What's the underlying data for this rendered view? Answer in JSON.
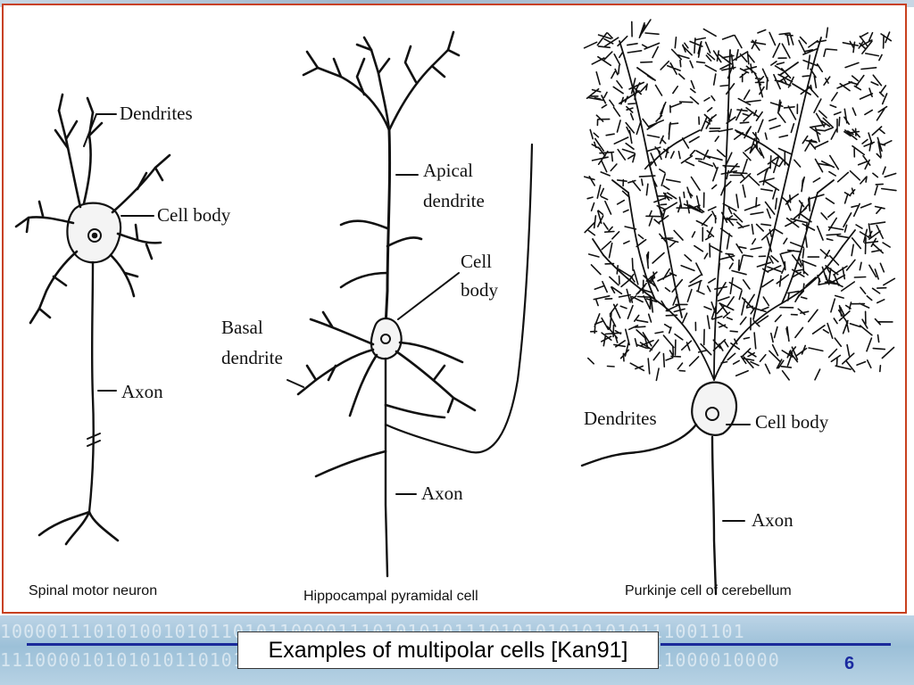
{
  "slide": {
    "title": "Examples of multipolar cells [Kan91]",
    "page_number": "6"
  },
  "cells": {
    "spinal": {
      "caption": "Spinal motor neuron",
      "labels": {
        "dendrites": "Dendrites",
        "cell_body": "Cell body",
        "axon": "Axon"
      }
    },
    "hippocampal": {
      "caption": "Hippocampal pyramidal cell",
      "labels": {
        "apical_1": "Apical",
        "apical_2": "dendrite",
        "cell_body_1": "Cell",
        "cell_body_2": "body",
        "basal_1": "Basal",
        "basal_2": "dendrite",
        "axon": "Axon"
      }
    },
    "purkinje": {
      "caption": "Purkinje cell of cerebellum",
      "labels": {
        "dendrites": "Dendrites",
        "cell_body": "Cell body",
        "axon": "Axon"
      }
    }
  },
  "colors": {
    "frame_border": "#c8401e",
    "footer_line": "#1a2a9a",
    "page_number": "#1a2aa0"
  }
}
